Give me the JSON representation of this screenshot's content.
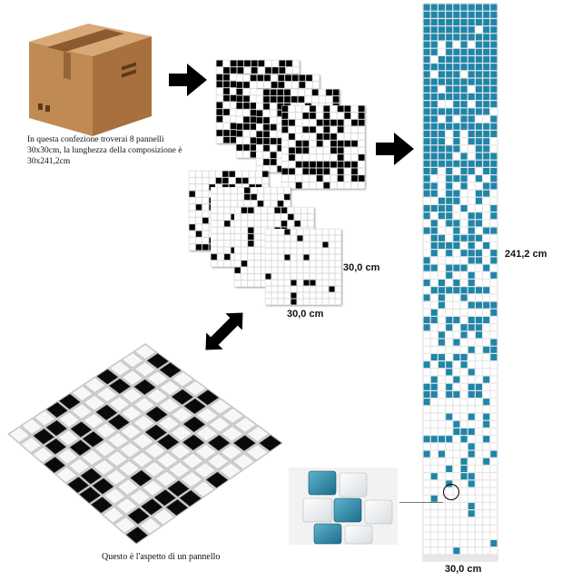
{
  "caption_box": "In questa confezione troverai 8 pannelli 30x30cm, la lunghezza della composizione è 30x241,2cm",
  "panel_width_label": "30,0 cm",
  "panel_height_label": "30,0 cm",
  "strip_length_label": "241,2 cm",
  "strip_width_label": "30,0 cm",
  "caption_panel": "Questo è l'aspetto di un pannello",
  "colors": {
    "teal": "#1e86a8",
    "black": "#000000",
    "box": "#b98552",
    "tape": "#8a5a30"
  }
}
